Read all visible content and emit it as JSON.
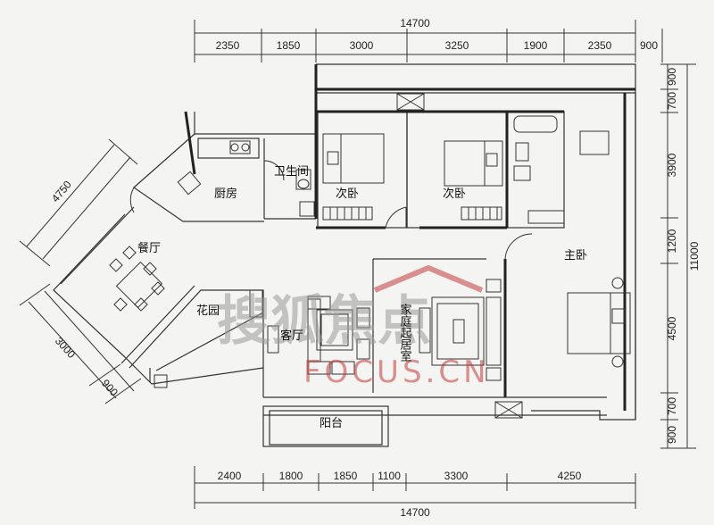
{
  "dimensions": {
    "top_total": "14700",
    "top_segments": [
      "2350",
      "1850",
      "3000",
      "3250",
      "1900",
      "2350",
      "900"
    ],
    "bottom_total": "14700",
    "bottom_segments": [
      "2400",
      "1800",
      "1850",
      "1100",
      "3300",
      "4250"
    ],
    "right_total": "11000",
    "right_segments": [
      "900",
      "700",
      "3900",
      "1200",
      "4500",
      "700",
      "900"
    ],
    "left_diag_top": "4750",
    "left_diag_bottom": [
      "3000",
      "900"
    ]
  },
  "rooms": {
    "kitchen": "厨房",
    "bathroom": "卫生间",
    "bedroom_a": "次卧",
    "bedroom_b": "次卧",
    "master_bedroom": "主卧",
    "dining": "餐厅",
    "garden": "花园",
    "living": "客厅",
    "family_room": "家庭起居室",
    "balcony": "阳台"
  },
  "watermark": {
    "logo_text": "搜狐焦点",
    "url_text": "FOCUS.CN"
  },
  "colors": {
    "line": "#333333",
    "background": "#f4f4f2",
    "watermark": "#c43a3a"
  }
}
